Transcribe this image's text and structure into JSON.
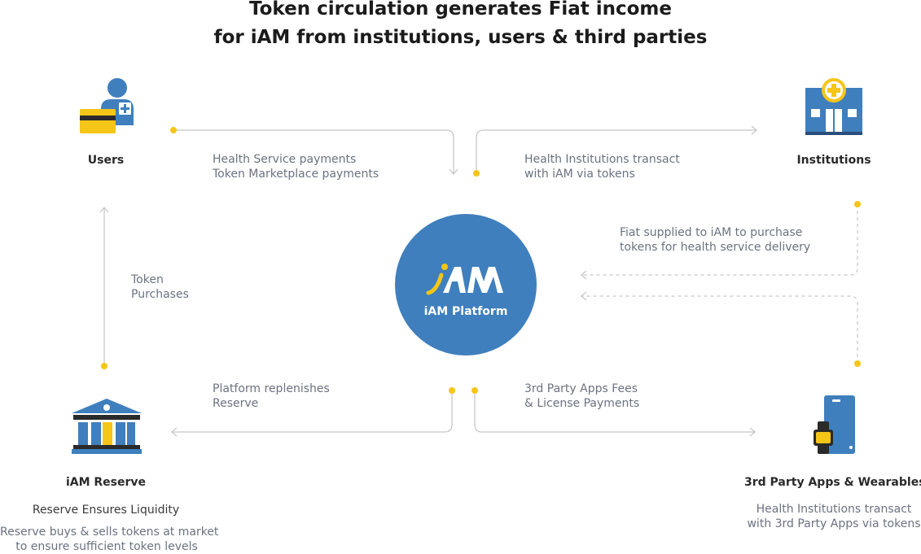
{
  "title": {
    "line1": "Token circulation generates Fiat income",
    "line2": "for iAM from institutions, users & third parties"
  },
  "center": {
    "logo_text": "iAM",
    "label": "iAM Platform"
  },
  "nodes": {
    "users": {
      "label": "Users",
      "icon": "user-card-icon"
    },
    "institutions": {
      "label": "Institutions",
      "icon": "hospital-icon"
    },
    "reserve": {
      "label": "iAM Reserve",
      "subtitle": "Reserve Ensures Liquidity",
      "description_line1": "Reserve buys & sells tokens at market",
      "description_line2": "to ensure sufficient token levels",
      "icon": "bank-icon"
    },
    "third_party": {
      "label": "3rd Party Apps & Wearables",
      "description_line1": "Health Institutions transact",
      "description_line2": "with 3rd Party Apps via tokens",
      "icon": "smartwatch-phone-icon"
    }
  },
  "flows": {
    "users_to_platform": {
      "line1": "Health Service payments",
      "line2": "Token Marketplace payments"
    },
    "platform_to_institutions": {
      "line1": "Health Institutions transact",
      "line2": "with iAM via tokens"
    },
    "institutions_fiat": {
      "line1": "Fiat supplied to iAM to purchase",
      "line2": "tokens for health service delivery"
    },
    "reserve_to_users": {
      "line1": "Token",
      "line2": "Purchases"
    },
    "platform_to_reserve": {
      "line1": "Platform replenishes",
      "line2": "Reserve"
    },
    "platform_to_third_party": {
      "line1": "3rd Party Apps Fees",
      "line2": "& License Payments"
    }
  },
  "colors": {
    "accent_blue": "#3f7fbd",
    "accent_yellow": "#f5c518",
    "connector_gray": "#c8c8c8",
    "note_gray": "#6b7280"
  }
}
